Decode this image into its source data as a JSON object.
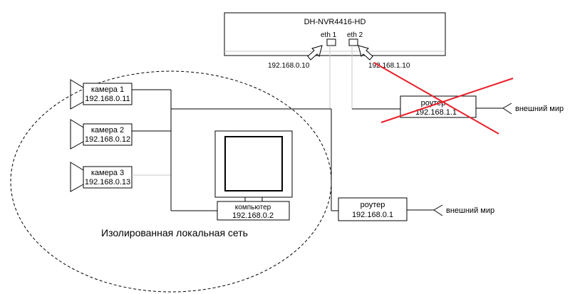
{
  "nvr": {
    "title": "DH-NVR4416-HD",
    "eth1": "eth 1",
    "eth2": "eth 2",
    "ip_eth1": "192.168.0.10",
    "ip_eth2": "192.168.1.10"
  },
  "cameras": [
    {
      "name": "камера 1",
      "ip": "192.168.0.11"
    },
    {
      "name": "камера 2",
      "ip": "192.168.0.12"
    },
    {
      "name": "камера 3",
      "ip": "192.168.0.13"
    }
  ],
  "computer": {
    "name": "компьютер",
    "ip": "192.168.0.2"
  },
  "router_crossed": {
    "name": "роутер",
    "ip": "192.168.1.1",
    "wan": "внешний мир"
  },
  "router_main": {
    "name": "роутер",
    "ip": "192.168.0.1",
    "wan": "внешний мир"
  },
  "network_label": "Изолированная локальная сеть",
  "colors": {
    "cross": "#e8202a",
    "line": "#000000",
    "faint": "#c8c8c8"
  }
}
